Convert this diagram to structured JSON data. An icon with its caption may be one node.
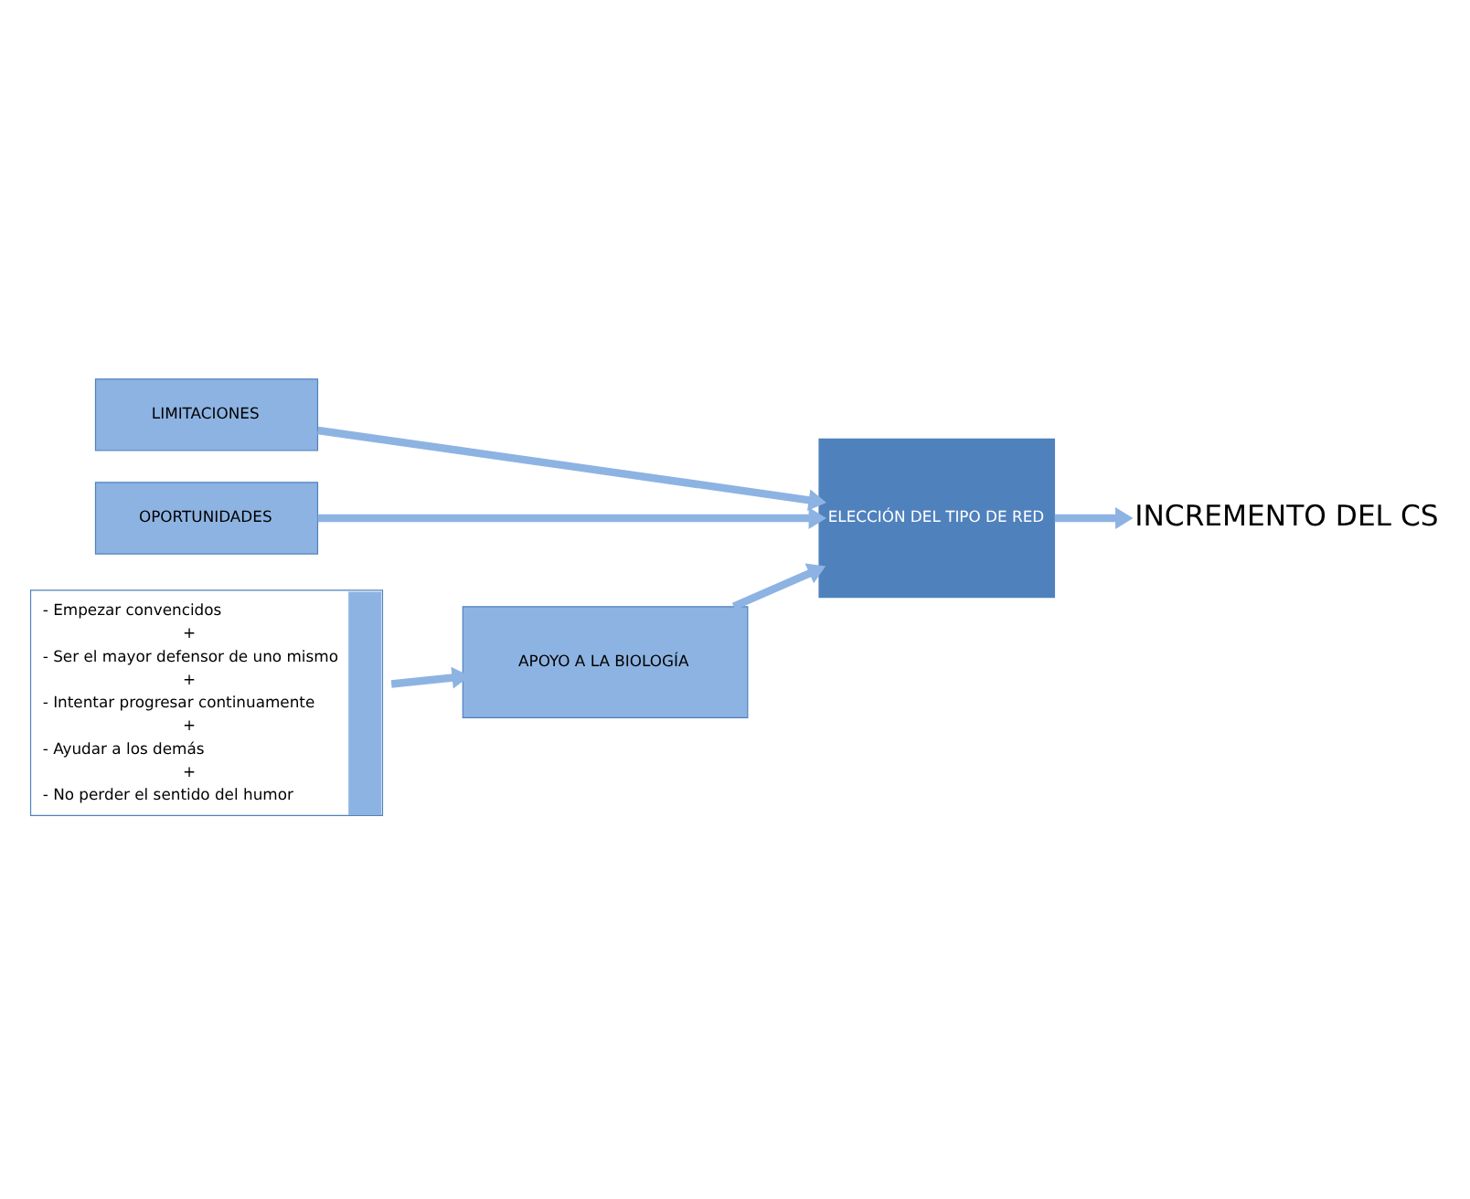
{
  "diagram": {
    "nodes": [
      {
        "text": [
          "LIMITACIONES"
        ]
      },
      {
        "text": [
          "OPORTUNIDADES"
        ]
      },
      {
        "text": [
          "ELECCIÓN DEL TIPO DE RED"
        ]
      },
      {
        "text": [
          "INCREMENTO DEL CS"
        ]
      },
      {
        "text": [
          "APOYO A LA BIOLOGÍA"
        ]
      },
      {
        "text": [
          "- Empezar convencidos",
          "+",
          "- Ser el mayor defensor de uno mismo",
          "+",
          "- Intentar progresar continuamente",
          "+",
          "- Ayudar a los demás",
          "+",
          "- No perder el sentido del humor"
        ]
      }
    ],
    "edges": [
      {
        "from": 0,
        "to": 2,
        "arrow": "to"
      },
      {
        "from": 1,
        "to": 2,
        "arrow": "to"
      },
      {
        "from": 2,
        "to": 3,
        "arrow": "to"
      },
      {
        "from": 4,
        "to": 2,
        "arrow": "to"
      },
      {
        "from": 5,
        "to": 4,
        "arrow": "to"
      }
    ]
  }
}
